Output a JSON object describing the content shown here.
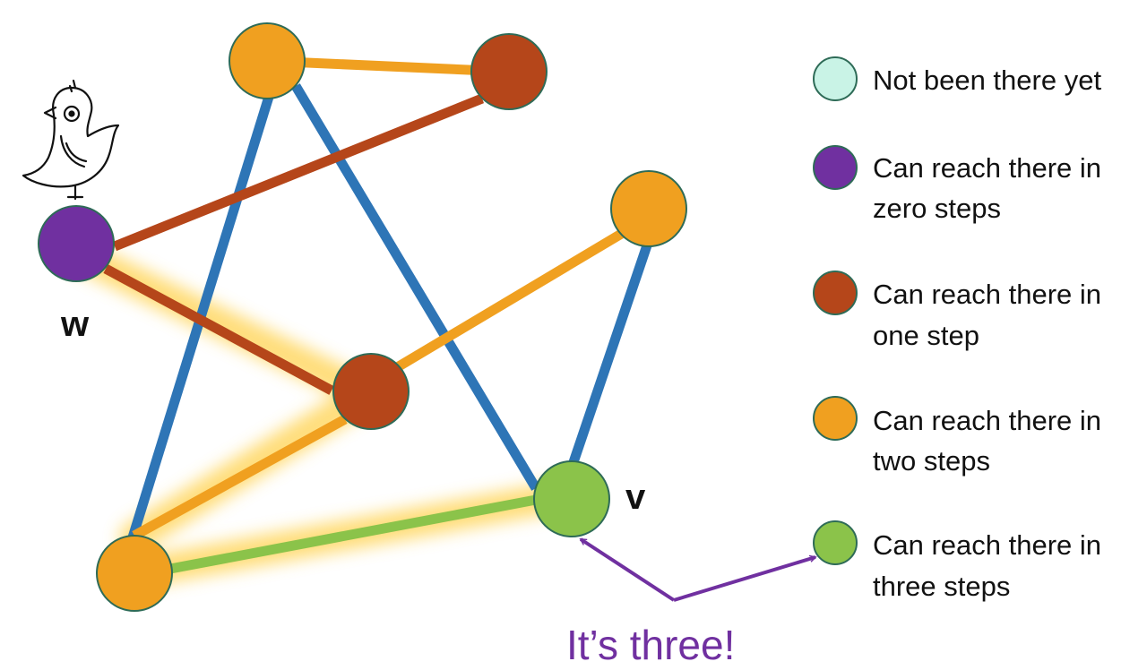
{
  "colors": {
    "unvisited": "#c9f3e6",
    "zero": "#7030a0",
    "one": "#b5461a",
    "two": "#f0a020",
    "three": "#8bc34a",
    "edge_blue": "#2e75b6",
    "glow": "#ffd24d",
    "node_stroke": "#2e6b57",
    "caption": "#7030a0"
  },
  "graph": {
    "node_w_label": "w",
    "node_v_label": "v"
  },
  "legend": {
    "items": [
      {
        "color_key": "unvisited",
        "lines": [
          "Not been there yet"
        ]
      },
      {
        "color_key": "zero",
        "lines": [
          "Can reach there in",
          "zero steps"
        ]
      },
      {
        "color_key": "one",
        "lines": [
          "Can reach there in",
          "one step"
        ]
      },
      {
        "color_key": "two",
        "lines": [
          "Can reach there in",
          "two steps"
        ]
      },
      {
        "color_key": "three",
        "lines": [
          "Can reach there in",
          "three steps"
        ]
      }
    ]
  },
  "annotation": {
    "caption": "It’s three!",
    "icon": "bird-icon"
  }
}
